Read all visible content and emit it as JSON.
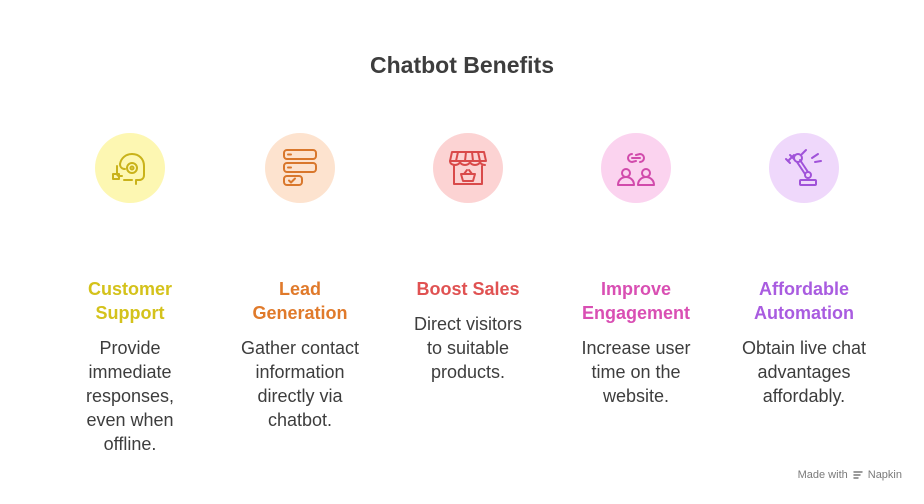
{
  "title": "Chatbot Benefits",
  "items": [
    {
      "heading_lines": [
        "Customer",
        "Support"
      ],
      "desc_lines": [
        "Provide",
        "immediate",
        "responses,",
        "even when",
        "offline."
      ],
      "color": "#d4c21b",
      "bg": "#fdf7b2",
      "stroke": "#c9b21a",
      "icon": "headset-agent-icon"
    },
    {
      "heading_lines": [
        "Lead",
        "Generation"
      ],
      "desc_lines": [
        "Gather contact",
        "information",
        "directly via",
        "chatbot."
      ],
      "color": "#e07a2b",
      "bg": "#fde3cf",
      "stroke": "#d9772c",
      "icon": "form-fields-icon"
    },
    {
      "heading_lines": [
        "Boost Sales"
      ],
      "desc_lines": [
        "Direct visitors",
        "to suitable",
        "products."
      ],
      "color": "#e05252",
      "bg": "#fcd3d3",
      "stroke": "#d94a4a",
      "icon": "storefront-basket-icon"
    },
    {
      "heading_lines": [
        "Improve",
        "Engagement"
      ],
      "desc_lines": [
        "Increase user",
        "time on the",
        "website."
      ],
      "color": "#d94fb3",
      "bg": "#fbd3ef",
      "stroke": "#d14aab",
      "icon": "linked-users-icon"
    },
    {
      "heading_lines": [
        "Affordable",
        "Automation"
      ],
      "desc_lines": [
        "Obtain live chat",
        "advantages",
        "affordably."
      ],
      "color": "#a95ce0",
      "bg": "#efd8fb",
      "stroke": "#a052d9",
      "icon": "robot-arm-icon"
    }
  ],
  "footer": {
    "made_with": "Made with",
    "brand": "Napkin"
  }
}
